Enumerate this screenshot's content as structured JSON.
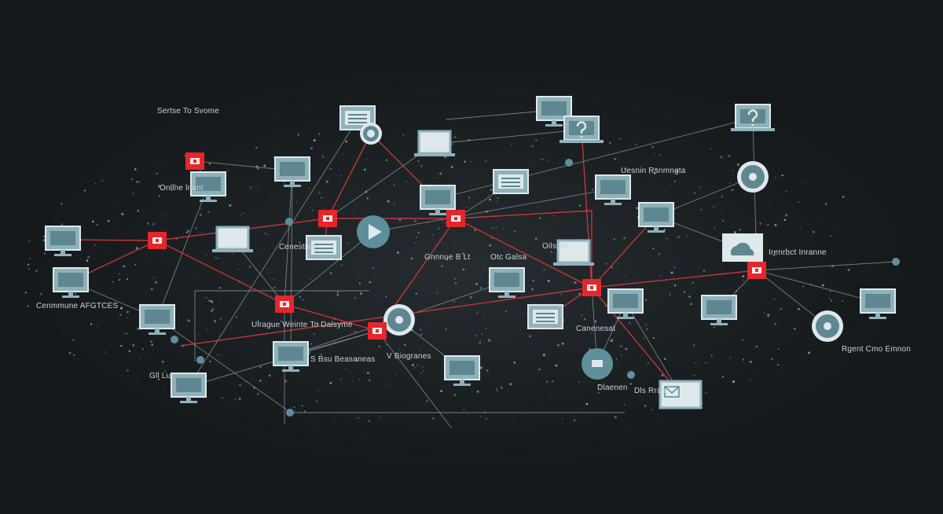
{
  "colors": {
    "background": "#15191c",
    "node_red": "#e5262b",
    "device": "#8fb1ba",
    "device_light": "#dfe8ea",
    "link_red": "#d8373c",
    "link_gray": "#9aa7ac"
  },
  "labels": [
    "Sertse To Svome",
    "Onllne lnant",
    "Cenmmune AFGTCES",
    "Ulrague Weinte To Dalsyme",
    "Cenestins",
    "Gnnnue B Lt",
    "Otc Galsa",
    "V Biogranes",
    "Uesnin Rsnmngta",
    "Irenrbct Inranne",
    "Rgent Cmo Emnon",
    "Dlaenen",
    "Dls Rrao",
    "Canenesat",
    "Gll Lu",
    "Oilsgra",
    "S Bsu Beasaneas"
  ],
  "icons": [
    "monitor-icon",
    "laptop-icon",
    "document-icon",
    "question-icon",
    "play-icon",
    "email-icon",
    "chat-icon",
    "eye-icon",
    "location-pin-icon",
    "cloud-icon",
    "alert-node-icon"
  ]
}
